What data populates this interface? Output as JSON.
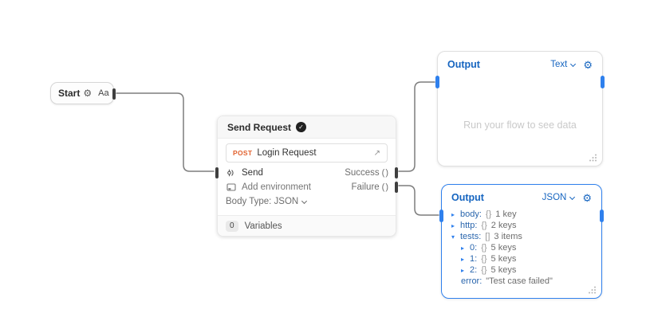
{
  "colors": {
    "accent_blue": "#1665c0",
    "port_blue": "#2f80ed",
    "post_orange": "#e2622f",
    "wire_gray": "#7d7d7d"
  },
  "icons": {
    "gear": "⚙",
    "check": "✓",
    "external_link": "↗"
  },
  "start_node": {
    "label": "Start",
    "text_tool_label": "Aa"
  },
  "send_request_node": {
    "title": "Send Request",
    "request_method": "POST",
    "request_name": "Login Request",
    "send_label": "Send",
    "success_label": "Success",
    "success_port": "()",
    "failure_label": "Failure",
    "failure_port": "()",
    "add_environment_label": "Add environment",
    "body_type_label": "Body Type: JSON",
    "variables_count": "0",
    "variables_label": "Variables"
  },
  "output_top": {
    "title": "Output",
    "format": "Text",
    "placeholder": "Run your flow to see data"
  },
  "output_bottom": {
    "title": "Output",
    "format": "JSON",
    "tree": [
      {
        "arrow": "▸",
        "key": "body:",
        "brace": "{}",
        "meta": "1 key"
      },
      {
        "arrow": "▸",
        "key": "http:",
        "brace": "{}",
        "meta": "2 keys"
      },
      {
        "arrow": "▾",
        "key": "tests:",
        "brace": "[]",
        "meta": "3 items"
      },
      {
        "arrow": "▸",
        "key": "0:",
        "brace": "{}",
        "meta": "5 keys"
      },
      {
        "arrow": "▸",
        "key": "1:",
        "brace": "{}",
        "meta": "5 keys"
      },
      {
        "arrow": "▸",
        "key": "2:",
        "brace": "{}",
        "meta": "5 keys"
      },
      {
        "arrow": "",
        "key": "error:",
        "brace": "",
        "meta": "\"Test case failed\""
      }
    ]
  }
}
